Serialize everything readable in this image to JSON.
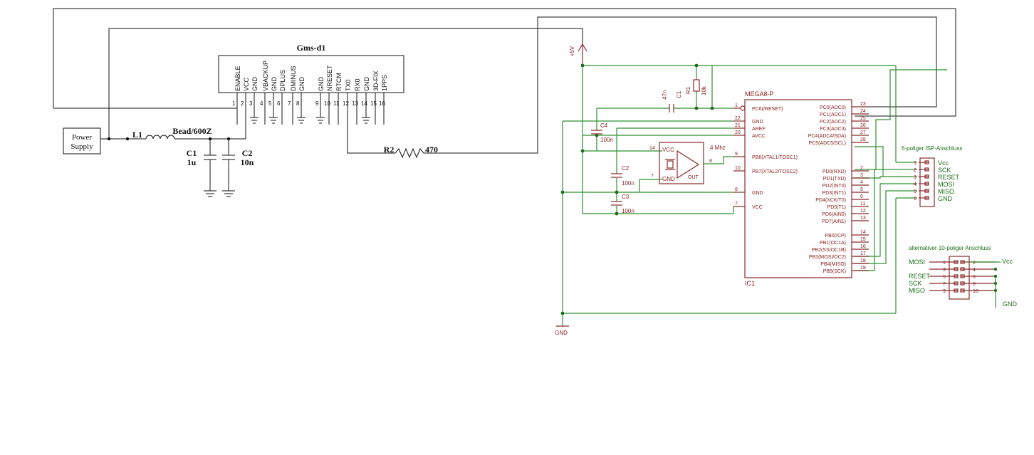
{
  "left": {
    "gps_title": "Gms-d1",
    "gps_pins": [
      {
        "num": "1",
        "name": "ENABLE"
      },
      {
        "num": "2",
        "name": "VCC"
      },
      {
        "num": "3",
        "name": "GND"
      },
      {
        "num": "4",
        "name": "VBACKUP"
      },
      {
        "num": "5",
        "name": "GND"
      },
      {
        "num": "6",
        "name": "DPLUS"
      },
      {
        "num": "7",
        "name": "DMINUS"
      },
      {
        "num": "8",
        "name": "GND"
      },
      {
        "num": "9",
        "name": "GND"
      },
      {
        "num": "10",
        "name": "NRESET"
      },
      {
        "num": "11",
        "name": "RTCM"
      },
      {
        "num": "12",
        "name": "TX0"
      },
      {
        "num": "13",
        "name": "RX0"
      },
      {
        "num": "14",
        "name": "GND"
      },
      {
        "num": "15",
        "name": "3D-FIX"
      },
      {
        "num": "16",
        "name": "1PPS"
      }
    ],
    "power_supply": [
      "Power",
      "Supply"
    ],
    "l1": "L1",
    "bead": "Bead/600Z",
    "c1": [
      "C1",
      "1u"
    ],
    "c2": [
      "C2",
      "10n"
    ],
    "r2": "R2",
    "r2_value": "470"
  },
  "right": {
    "vcc_label": "+5V",
    "gnd_label": "GND",
    "mcu_name": "MEGA8-P",
    "mcu_ref": "IC1",
    "mcu_left_pins": [
      {
        "num": "1",
        "name": "PC6(/RESET)"
      },
      {
        "num": "22",
        "name": "GND"
      },
      {
        "num": "21",
        "name": "AREF"
      },
      {
        "num": "20",
        "name": "AVCC"
      },
      {
        "num": "9",
        "name": "PB6(XTAL1/TOSC1)"
      },
      {
        "num": "10",
        "name": "PB7(XTAL2/TOSC2)"
      },
      {
        "num": "8",
        "name": "GND"
      },
      {
        "num": "7",
        "name": "VCC"
      }
    ],
    "mcu_right_pins": [
      {
        "num": "23",
        "name": "PC0(ADC0)"
      },
      {
        "num": "24",
        "name": "PC1(ADC1)"
      },
      {
        "num": "25",
        "name": "PC2(ADC2)"
      },
      {
        "num": "26",
        "name": "PC3(ADC3)"
      },
      {
        "num": "27",
        "name": "PC4(ADC4/SDA)"
      },
      {
        "num": "28",
        "name": "PC5(ADC5/SCL)"
      },
      {
        "num": "2",
        "name": "PD0(RXD)"
      },
      {
        "num": "3",
        "name": "PD1(TXD)"
      },
      {
        "num": "4",
        "name": "PD2(INT0)"
      },
      {
        "num": "5",
        "name": "PD3(INT1)"
      },
      {
        "num": "6",
        "name": "PD4(XCK/T0)"
      },
      {
        "num": "11",
        "name": "PD5(T1)"
      },
      {
        "num": "12",
        "name": "PD6(AIN0)"
      },
      {
        "num": "13",
        "name": "PD7(AIN1)"
      },
      {
        "num": "14",
        "name": "PB0(ICP)"
      },
      {
        "num": "15",
        "name": "PB1(OC1A)"
      },
      {
        "num": "16",
        "name": "PB2(SS/OC1B)"
      },
      {
        "num": "17",
        "name": "PB3(MOSI/OC2)"
      },
      {
        "num": "18",
        "name": "PB4(MISO)"
      },
      {
        "num": "19",
        "name": "PB5(SCK)"
      }
    ],
    "c1": "C1",
    "c1_value": "47n",
    "r1": "R1",
    "r1_value": "10k",
    "c4": "C4",
    "c4_value": "100n",
    "c2": "C2",
    "c2_value": "100n",
    "c3": "C3",
    "c3_value": "100n",
    "osc_vcc": "VCC",
    "osc_gnd": "GND",
    "osc_out": "OUT",
    "osc_freq": "4 Mhz",
    "osc_pin14": "14",
    "osc_pin7": "7",
    "osc_pin8": "8",
    "isp_title": "6-poliger ISP-Anschluss",
    "isp_pins": [
      {
        "num": "1",
        "name": "Vcc"
      },
      {
        "num": "2",
        "name": "SCK"
      },
      {
        "num": "3",
        "name": "RESET"
      },
      {
        "num": "4",
        "name": "MOSI"
      },
      {
        "num": "5",
        "name": "MISO"
      },
      {
        "num": "6",
        "name": "GND"
      }
    ],
    "alt_title": "alternativer 10-poliger Anschluss",
    "alt_left": [
      {
        "num": "1",
        "name": "MOSI"
      },
      {
        "num": "3",
        "name": ""
      },
      {
        "num": "5",
        "name": "RESET"
      },
      {
        "num": "7",
        "name": "SCK"
      },
      {
        "num": "9",
        "name": "MISO"
      }
    ],
    "alt_right": [
      "2",
      "4",
      "6",
      "8",
      "10"
    ],
    "alt_vcc": "Vcc",
    "alt_gnd": "GND"
  }
}
